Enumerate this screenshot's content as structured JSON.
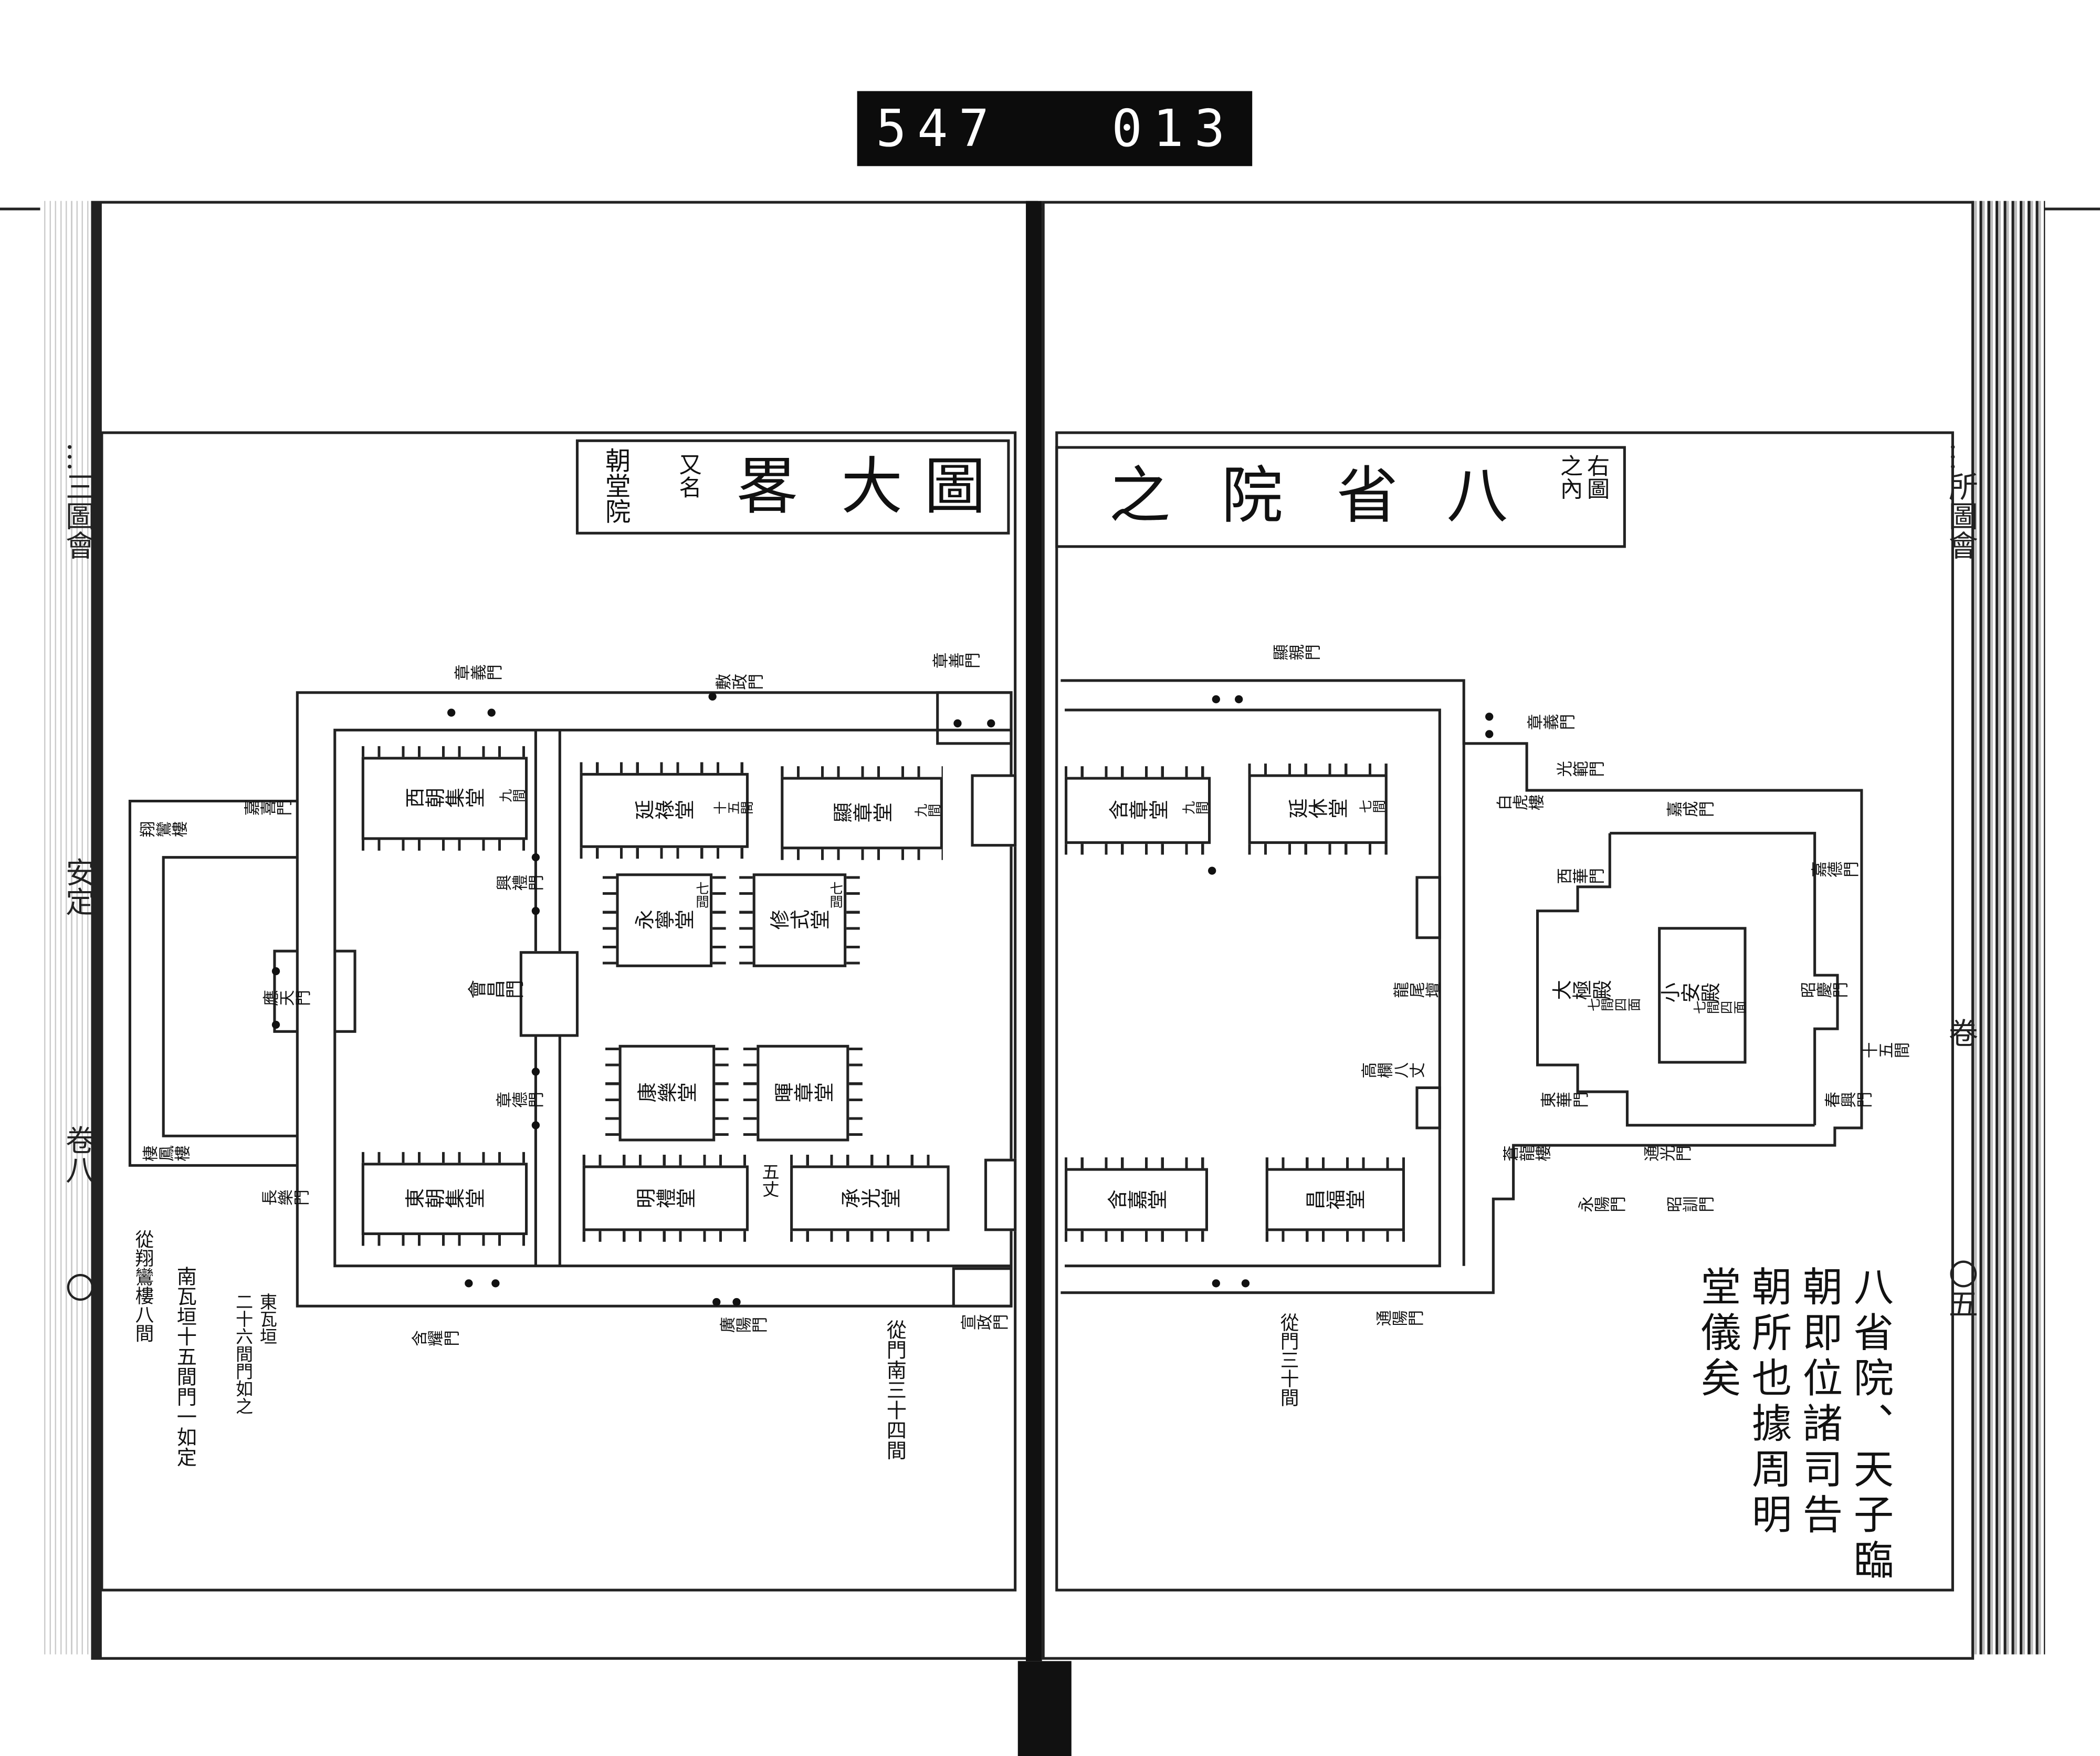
{
  "film_number": {
    "left": "547",
    "right": "013"
  },
  "left_page": {
    "margin_text": [
      "…三圖會",
      "安定",
      "卷八",
      "〇"
    ],
    "title": {
      "chars": [
        "圖",
        "大",
        "畧"
      ],
      "alias_label": "又名",
      "alias": "朝堂院"
    },
    "gates": [
      "章義門",
      "敷政門",
      "章善門",
      "嘉喜門",
      "翔鸞樓",
      "應天門",
      "棲鳳樓",
      "長樂門",
      "興禮門",
      "會昌門",
      "章德門",
      "含耀門",
      "廣陽門",
      "宣政門"
    ],
    "halls": [
      {
        "name": "西朝集堂",
        "size": "九間"
      },
      {
        "name": "延祿堂",
        "size": "十五間"
      },
      {
        "name": "顯章堂",
        "size": "九間"
      },
      {
        "name": "永寧堂",
        "size": "七間"
      },
      {
        "name": "修式堂",
        "size": "七間"
      },
      {
        "name": "康樂堂",
        "size": ""
      },
      {
        "name": "暉章堂",
        "size": ""
      },
      {
        "name": "東朝集堂",
        "size": ""
      },
      {
        "name": "明禮堂",
        "size": ""
      },
      {
        "name": "承光堂",
        "size": ""
      }
    ],
    "notes": [
      "從翔鸞樓八間",
      "南瓦垣十五間門一如定",
      "東瓦垣",
      "二十六間門如之",
      "五丈",
      "從門南三十四間"
    ]
  },
  "right_page": {
    "margin_text": [
      "…所圖會",
      "卷",
      "〇五"
    ],
    "title": {
      "chars": [
        "之",
        "院",
        "省",
        "八"
      ],
      "note": [
        "右圖",
        "之內"
      ]
    },
    "gates": [
      "顯親門",
      "章義門",
      "光範門",
      "白虎樓",
      "嘉成門",
      "西華門",
      "嘉德門",
      "龍尾壇",
      "高欄八丈",
      "昭慶門",
      "十五間",
      "東華門",
      "春興門",
      "蒼龍樓",
      "通光門",
      "永陽門",
      "昭訓門",
      "通陽門"
    ],
    "halls": [
      {
        "name": "含章堂",
        "size": "九間"
      },
      {
        "name": "延休堂",
        "size": "七間"
      },
      {
        "name": "昌福堂",
        "size": ""
      },
      {
        "name": "含嘉堂",
        "size": ""
      },
      {
        "name": "大極殿",
        "size": "七間四面"
      },
      {
        "name": "小安殿",
        "size": "七間四面"
      }
    ],
    "notes": [
      "從門三十間"
    ],
    "description": [
      "八省院、天子臨",
      "朝即位諸司告",
      "朝所也據周明",
      "堂儀矣"
    ]
  }
}
